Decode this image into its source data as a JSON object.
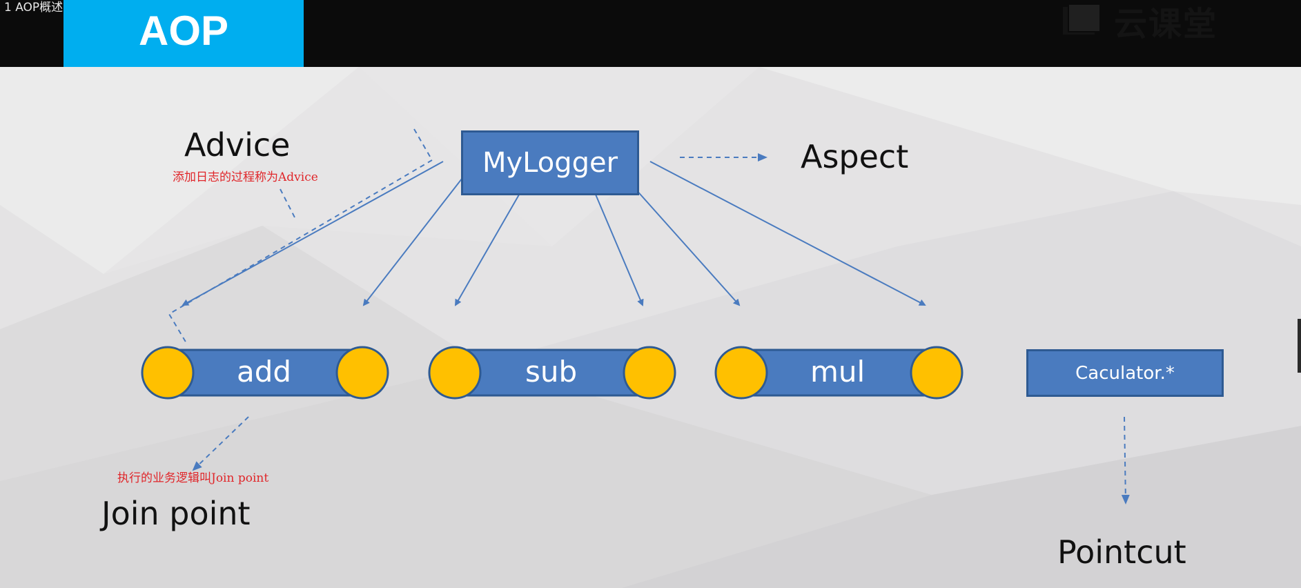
{
  "header": {
    "file_name": "1 AOP概述.flv",
    "title": "AOP",
    "logo_text": "云课堂"
  },
  "diagram": {
    "aspect_box": "MyLogger",
    "aspect_label": "Aspect",
    "advice_label": "Advice",
    "advice_note": "添加日志的过程称为Advice",
    "methods": [
      "add",
      "sub",
      "mul"
    ],
    "pointcut_box": "Caculator.*",
    "pointcut_label": "Pointcut",
    "joinpoint_label": "Join point",
    "joinpoint_note": "执行的业务逻辑叫Join point"
  },
  "colors": {
    "accent_blue": "#00aeef",
    "box_blue": "#4a7bbf",
    "circle_yellow": "#ffc000",
    "note_red": "#e0262a",
    "arrow_blue": "#4a7bbf"
  }
}
